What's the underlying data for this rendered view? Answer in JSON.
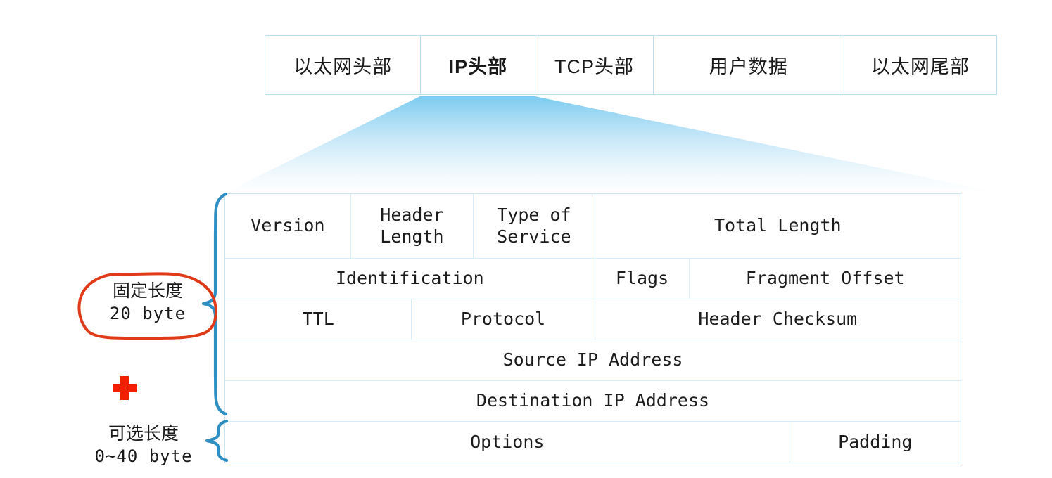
{
  "frame_bar": {
    "cells": [
      {
        "label": "以太网头部",
        "bold": false,
        "width_pct": 21.3
      },
      {
        "label": "IP头部",
        "bold": true,
        "width_pct": 15.7
      },
      {
        "label": "TCP头部",
        "bold": false,
        "width_pct": 16.1
      },
      {
        "label": "用户数据",
        "bold": false,
        "width_pct": 26.1
      },
      {
        "label": "以太网尾部",
        "bold": false,
        "width_pct": 20.8
      }
    ]
  },
  "ip_header_table": {
    "rows": [
      {
        "name": "row-1",
        "height": "tall",
        "cells": [
          {
            "label": "Version",
            "width_pct": 17.1
          },
          {
            "label": "Header\nLength",
            "width_pct": 16.7
          },
          {
            "label": "Type of\nService",
            "width_pct": 16.5
          },
          {
            "label": "Total Length",
            "width_pct": 49.7
          }
        ]
      },
      {
        "name": "row-2",
        "height": "normal",
        "cells": [
          {
            "label": "Identification",
            "width_pct": 50.3
          },
          {
            "label": "Flags",
            "width_pct": 12.9
          },
          {
            "label": "Fragment Offset",
            "width_pct": 36.8
          }
        ]
      },
      {
        "name": "row-3",
        "height": "normal",
        "cells": [
          {
            "label": "TTL",
            "width_pct": 25.4
          },
          {
            "label": "Protocol",
            "width_pct": 24.9
          },
          {
            "label": "Header Checksum",
            "width_pct": 49.7
          }
        ]
      },
      {
        "name": "row-4",
        "height": "normal",
        "cells": [
          {
            "label": "Source IP Address",
            "width_pct": 100
          }
        ]
      },
      {
        "name": "row-5",
        "height": "normal",
        "cells": [
          {
            "label": "Destination IP Address",
            "width_pct": 100
          }
        ]
      },
      {
        "name": "row-6",
        "height": "normal",
        "cells": [
          {
            "label": "Options",
            "width_pct": 76.8
          },
          {
            "label": "Padding",
            "width_pct": 23.2
          }
        ]
      }
    ]
  },
  "annotations": {
    "fixed": {
      "title": "固定长度",
      "value": "20 byte"
    },
    "optional": {
      "title": "可选长度",
      "value": "0~40 byte"
    },
    "plus_icon": "plus-icon"
  },
  "colors": {
    "frame_border": "#bcdff0",
    "table_border": "#d8eef8",
    "table_outer_border": "#c9e5f4",
    "funnel_top": "#7fcdf0",
    "funnel_bottom": "#ffffff",
    "brace": "#2e8fc4",
    "ellipse": "#e03a18",
    "plus": "#f02000",
    "text": "#1a1a1a",
    "background": "#ffffff"
  }
}
